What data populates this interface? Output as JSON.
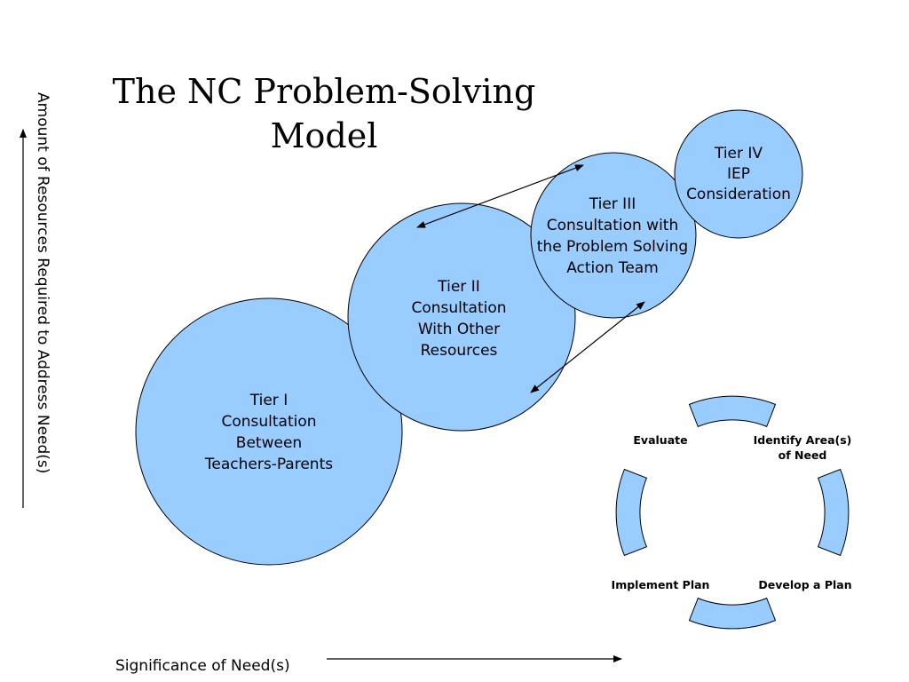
{
  "title": {
    "line1": "The NC Problem-Solving",
    "line2": "Model"
  },
  "tiers": [
    {
      "lines": [
        "Tier I",
        "Consultation",
        "Between",
        "Teachers-Parents"
      ]
    },
    {
      "lines": [
        "Tier II",
        "Consultation",
        "With Other",
        "Resources"
      ]
    },
    {
      "lines": [
        "Tier III",
        "Consultation with",
        "the Problem Solving",
        "Action Team"
      ]
    },
    {
      "lines": [
        "Tier IV",
        "IEP",
        "Consideration"
      ]
    }
  ],
  "cycle": {
    "steps": [
      {
        "lines": [
          "Evaluate"
        ]
      },
      {
        "lines": [
          "Identify Area(s)",
          "of Need"
        ]
      },
      {
        "lines": [
          "Develop a Plan"
        ]
      },
      {
        "lines": [
          "Implement Plan"
        ]
      }
    ]
  },
  "axes": {
    "y_label": "Amount of Resources Required to Address Need(s)",
    "x_label": "Significance of Need(s)"
  },
  "colors": {
    "circle_fill": "#99ccff",
    "stroke": "#000000"
  }
}
